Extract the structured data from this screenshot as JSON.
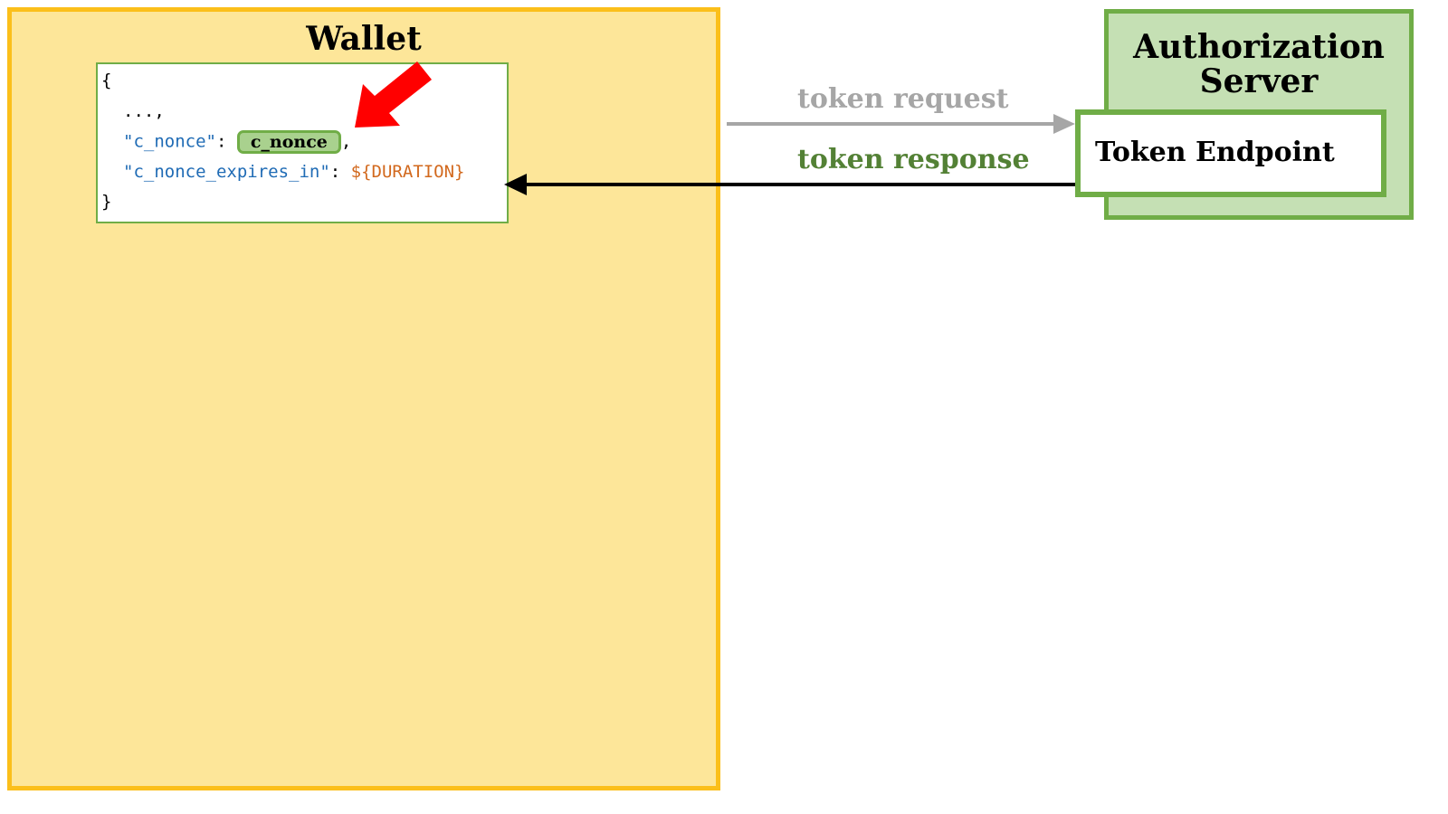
{
  "wallet": {
    "title": "Wallet",
    "json": {
      "open_brace": "{",
      "ellipsis": "...,",
      "nonce_key": "\"c_nonce\"",
      "colon": ": ",
      "nonce_value": "c_nonce",
      "comma": ",",
      "expires_key": "\"c_nonce_expires_in\"",
      "expires_value": "${DURATION}",
      "close_brace": "}"
    }
  },
  "arrows": {
    "request_label": "token request",
    "response_label": "token response"
  },
  "auth_server": {
    "title_line1": "Authorization",
    "title_line2": "Server",
    "endpoint_label": "Token Endpoint"
  },
  "colors": {
    "wallet_fill": "#fde699",
    "wallet_border": "#fbbf1a",
    "server_fill": "#c5e0b4",
    "server_border": "#70ad47",
    "request_arrow": "#a6a6a6",
    "response_label": "#538135",
    "highlight_arrow": "#ff0000"
  }
}
